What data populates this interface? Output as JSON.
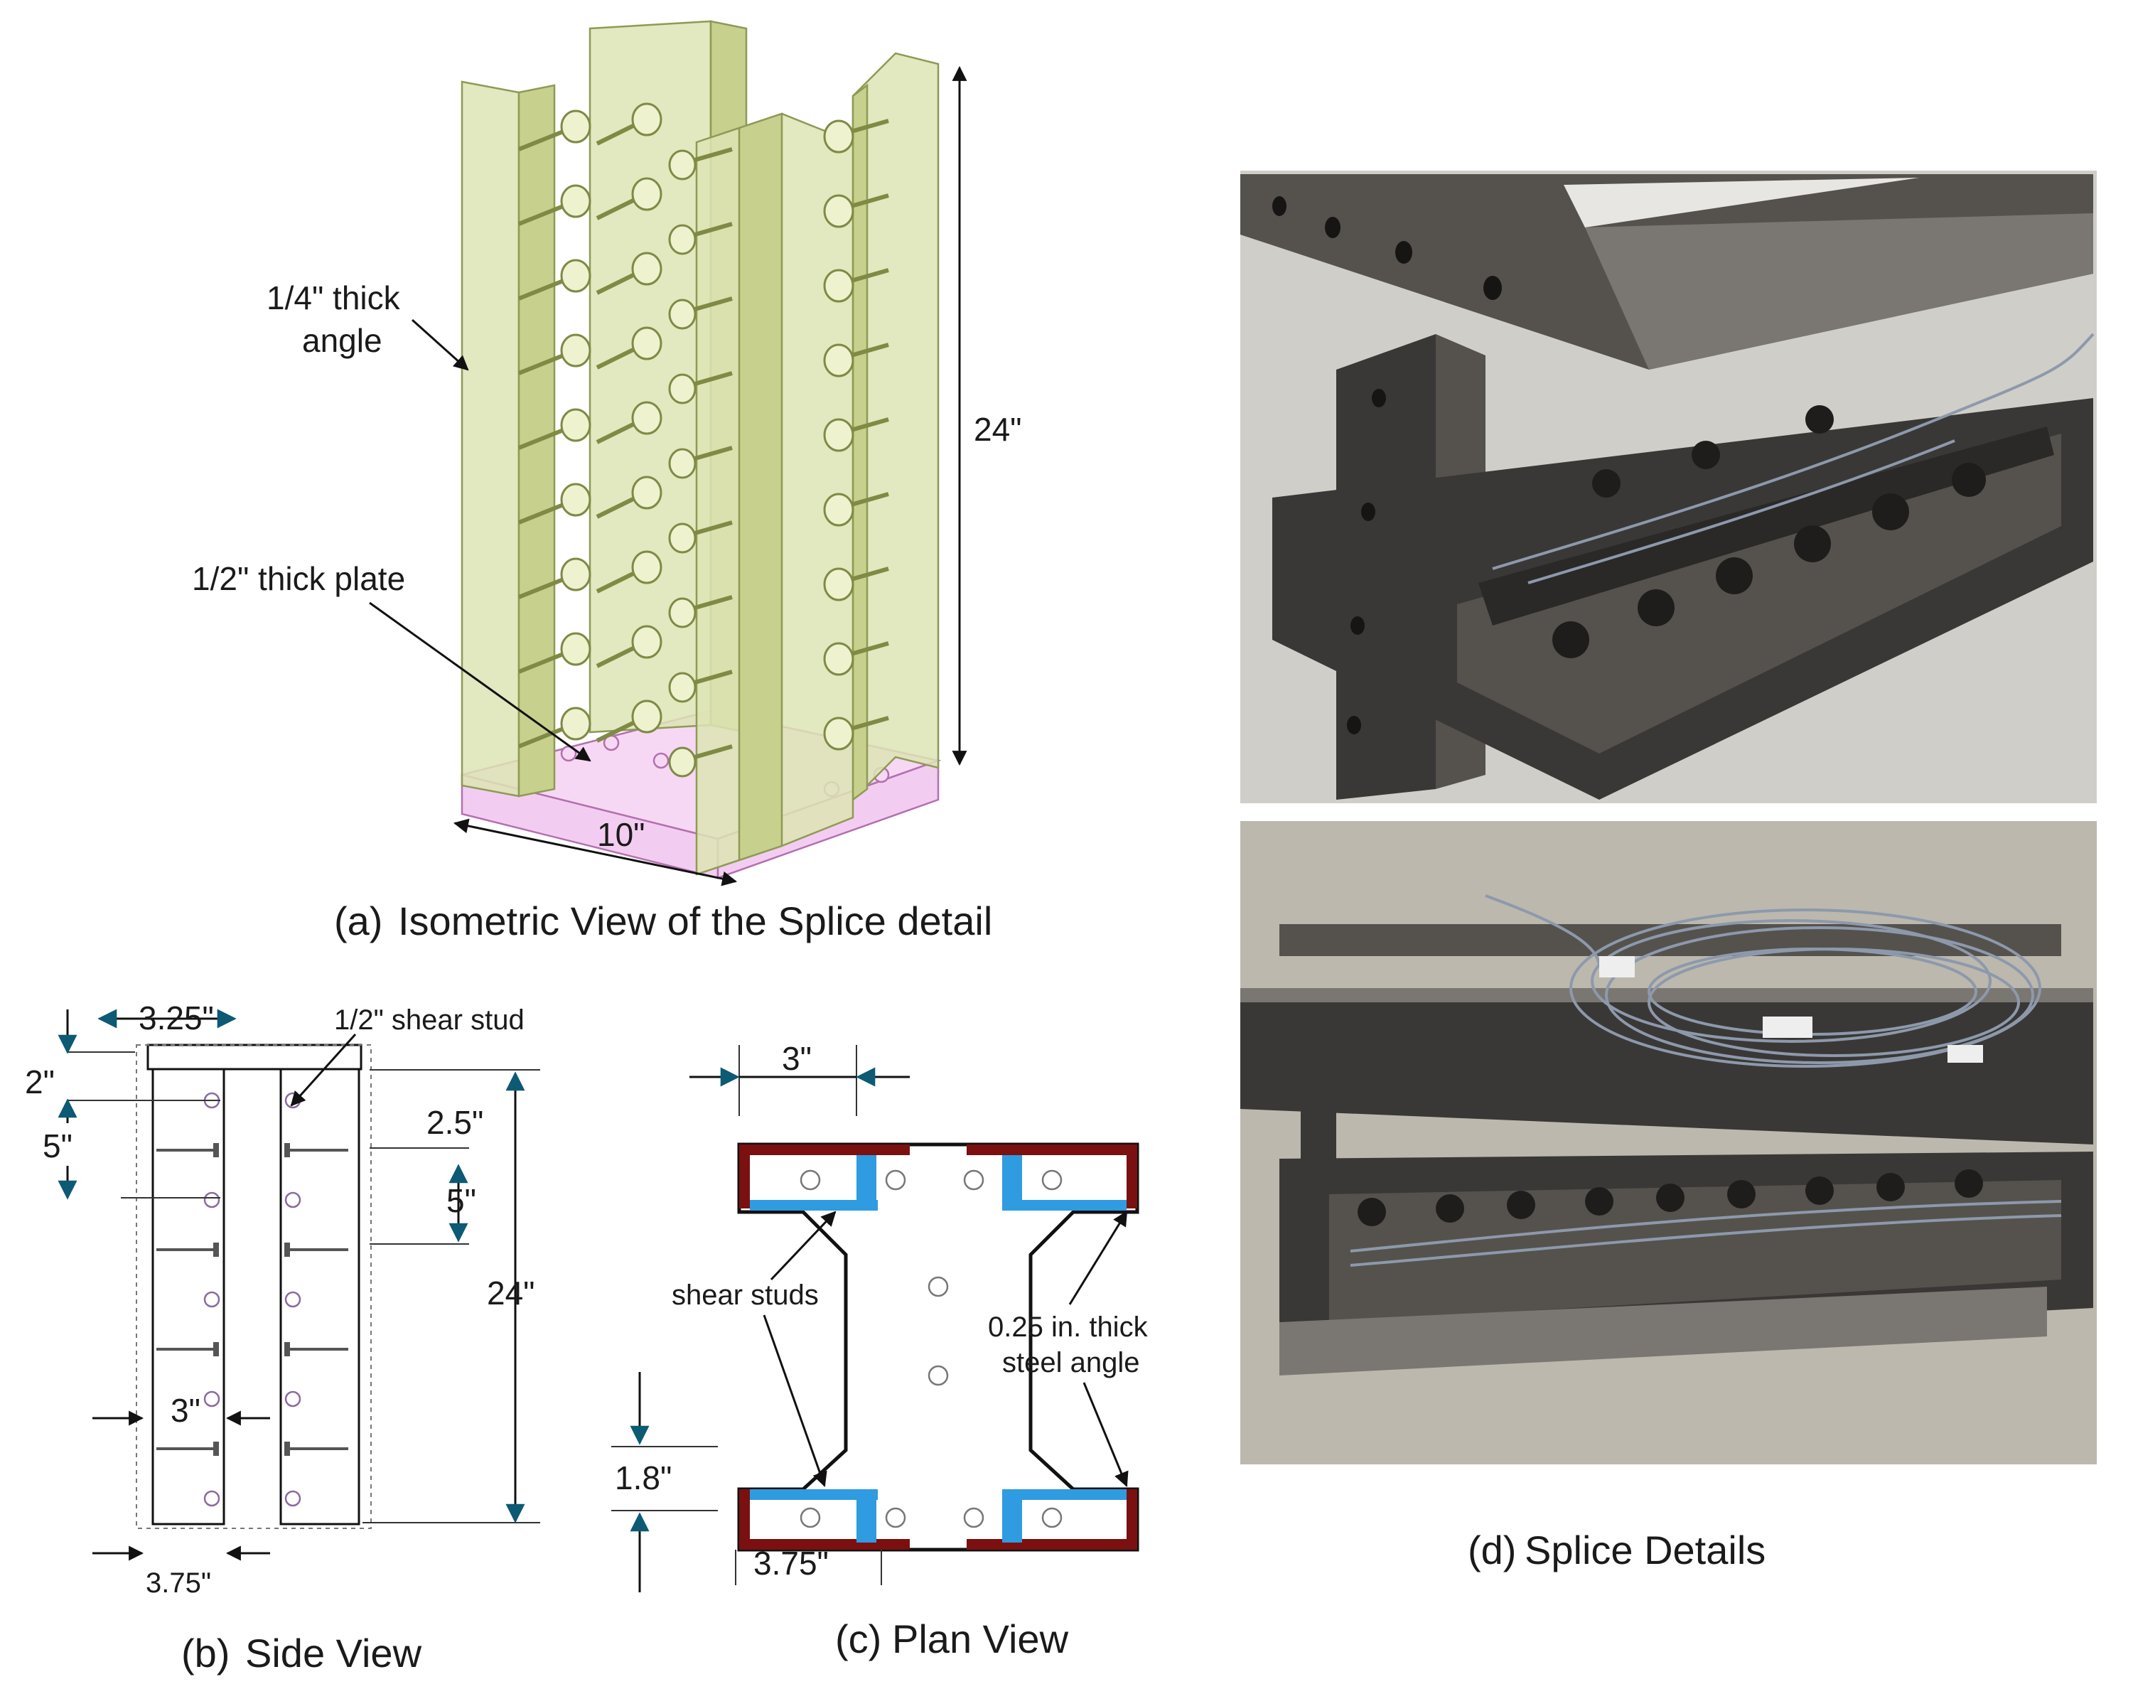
{
  "panel_a": {
    "label_angle_line1": "1/4\" thick",
    "label_angle_line2": "angle",
    "label_plate": "1/2\" thick plate",
    "dim_height": "24\"",
    "dim_width": "10\"",
    "caption_letter": "(a)",
    "caption_text": "Isometric View of the Splice detail"
  },
  "panel_b": {
    "dim_top_width": "3.25\"",
    "label_stud": "1/2\" shear stud",
    "dim_2": "2\"",
    "dim_5_left": "5\"",
    "dim_2_5": "2.5\"",
    "dim_5_right": "5\"",
    "dim_24": "24\"",
    "dim_3": "3\"",
    "dim_3_75": "3.75\"",
    "caption_letter": "(b)",
    "caption_text": "Side View"
  },
  "panel_c": {
    "dim_top": "3\"",
    "label_studs": "shear studs",
    "label_angle_line1": "0.25 in. thick",
    "label_angle_line2": "steel angle",
    "dim_1_8": "1.8\"",
    "dim_3_75": "3.75\"",
    "caption_letter": "(c)",
    "caption_text": "Plan View"
  },
  "panel_d": {
    "caption_letter": "(d)",
    "caption_text": "Splice Details"
  },
  "colors": {
    "angle_fill": "#dde4b4",
    "plate_fill": "#f2c8ef",
    "plan_angle": "#7a1010",
    "plan_stud": "#2f9be0"
  }
}
